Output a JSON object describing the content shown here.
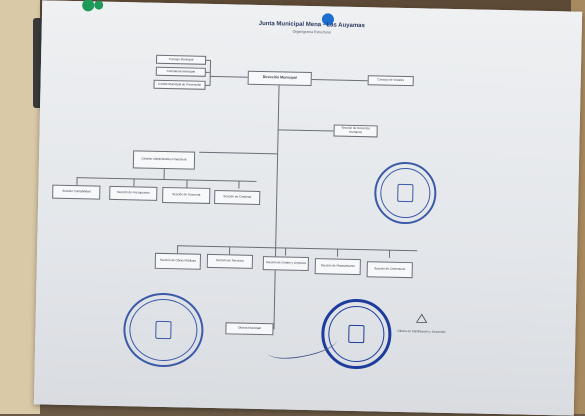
{
  "header": {
    "title": "Junta Municipal Mena - Las Auyamas",
    "subtitle": "Organigrama Estructural"
  },
  "org": {
    "top_left_boxes": [
      "Consejo Municipal",
      "Contraloría Municipal",
      "Comité Municipal de Prevención"
    ],
    "main": "Dirección Municipal",
    "right_top": "Concejo de Vocales",
    "right_mid": "Sección de Recursos Humanos",
    "division": "División Administrativo Financiera",
    "division_children": [
      "Sección Contabilidad",
      "Sección de Presupuesto",
      "Sección de Tesorería",
      "Sección de Compras"
    ],
    "lower_row": [
      "Sección de Obras Públicas",
      "Sección de Servicios",
      "Sección de Ornato y Limpieza",
      "Sección de Planeamiento",
      "Sección de Cementerio"
    ],
    "bottom_box": "Oficina Municipal"
  },
  "footer": {
    "note": "Oficina de Planificación y Desarrollo"
  },
  "colors": {
    "seal": "#1d3c9c",
    "line": "#6a6f78",
    "title": "#2a3a60"
  }
}
